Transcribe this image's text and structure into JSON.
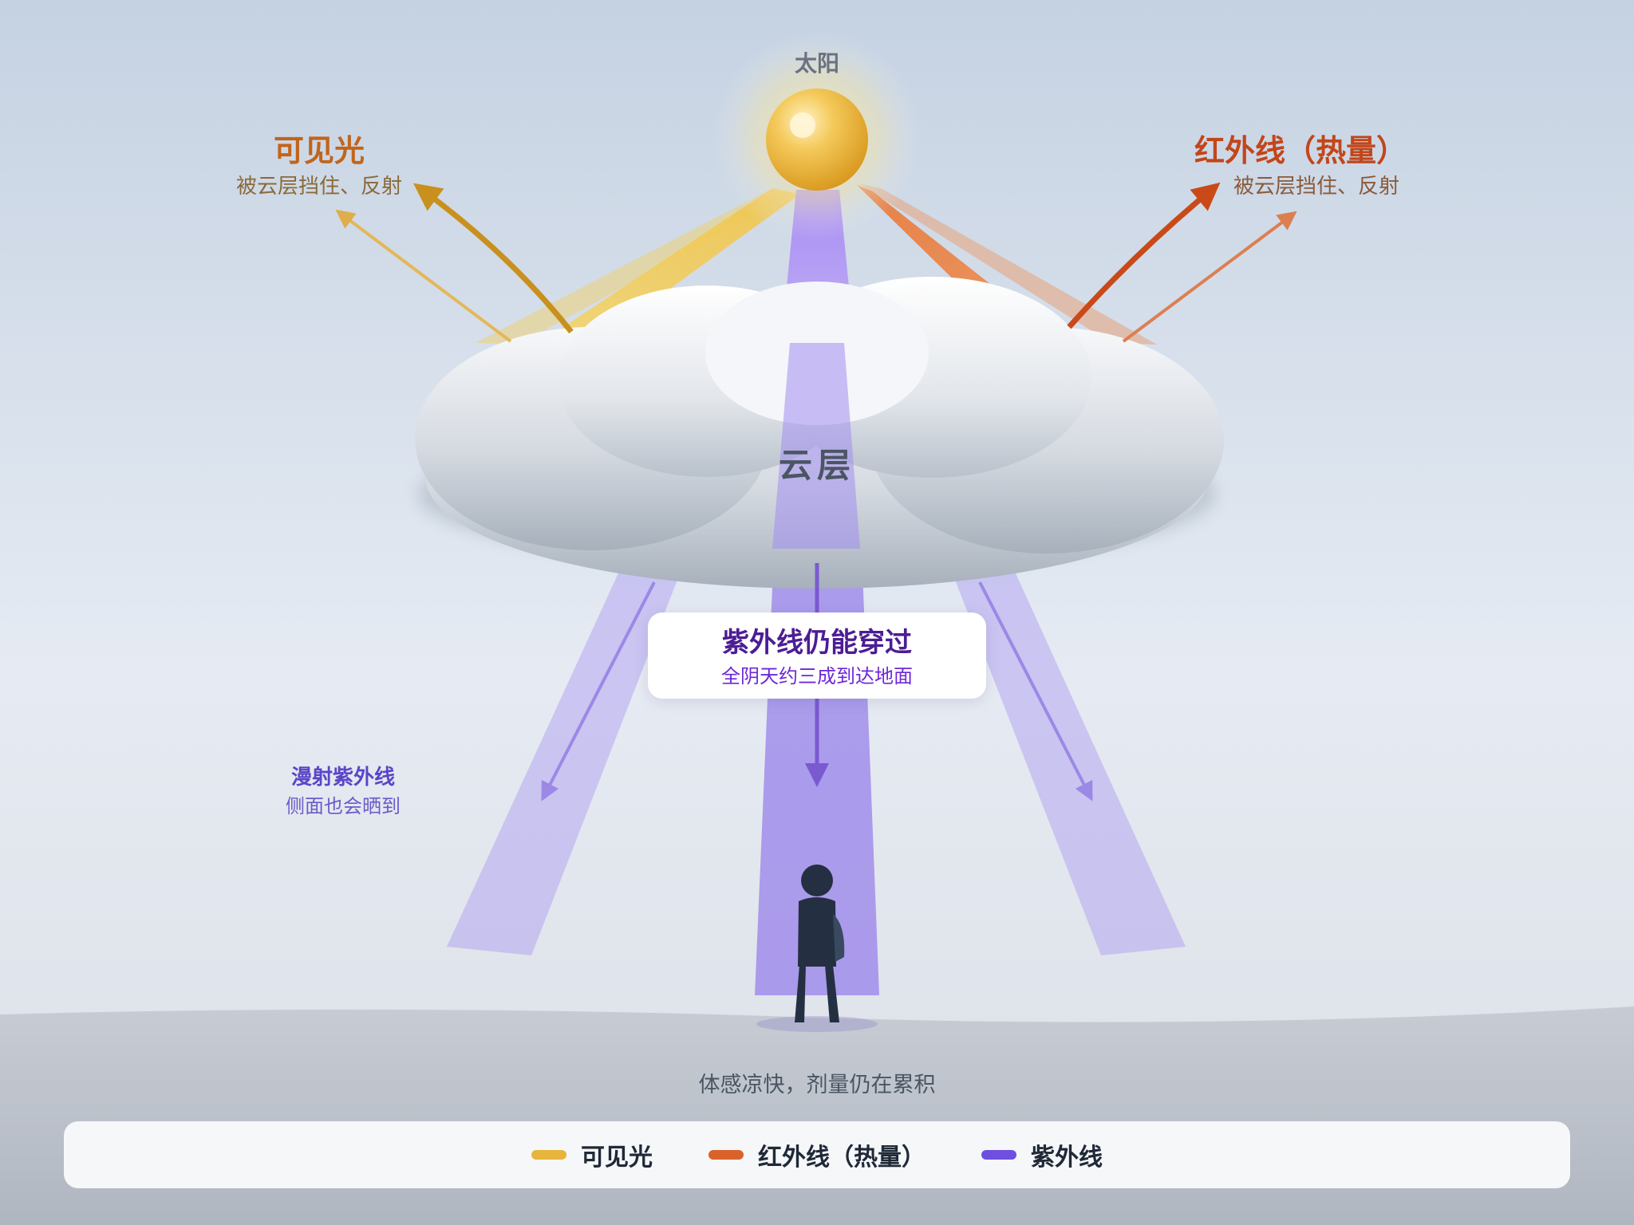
{
  "sun": {
    "label": "太阳"
  },
  "cloud": {
    "label": "云层"
  },
  "visible_light": {
    "title": "可见光",
    "subtitle": "被云层挡住、反射"
  },
  "infrared": {
    "title": "红外线（热量）",
    "subtitle": "被云层挡住、反射"
  },
  "uv_callout": {
    "title": "紫外线仍能穿过",
    "subtitle": "全阴天约三成到达地面"
  },
  "diffuse_uv": {
    "title": "漫射紫外线",
    "subtitle": "侧面也会晒到"
  },
  "ground_note": "体感凉快，剂量仍在累积",
  "legend": [
    {
      "label": "可见光",
      "color": "#e8b53c"
    },
    {
      "label": "红外线（热量）",
      "color": "#d9622b"
    },
    {
      "label": "紫外线",
      "color": "#6f4fe0"
    }
  ],
  "colors": {
    "visible": "#e8b53c",
    "infrared": "#d9622b",
    "uv": "#8b6ff0",
    "person": "#243042"
  }
}
